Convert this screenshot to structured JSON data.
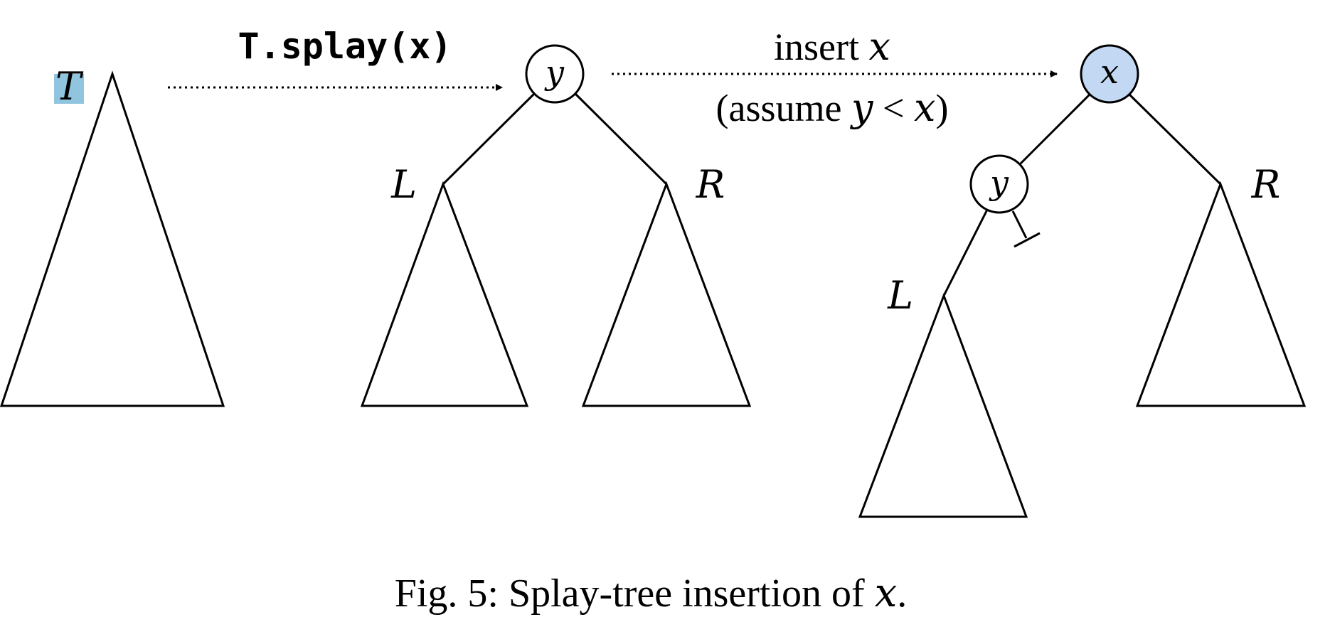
{
  "figure": {
    "caption_prefix": "Fig. 5: Splay-tree insertion of ",
    "caption_var": "x",
    "caption_suffix": ".",
    "tree_label": "T",
    "splay_op": "T.splay(x)",
    "insert_word": "insert ",
    "insert_var": "x",
    "assume_open": "(assume ",
    "assume_y": "y",
    "assume_lt": " < ",
    "assume_x": "x",
    "assume_close": ")",
    "middle_root": "y",
    "middle_left": "L",
    "middle_right": "R",
    "right_root": "x",
    "right_child": "y",
    "right_left": "L",
    "right_right": "R"
  },
  "colors": {
    "highlight_T": "#91c4de",
    "new_node_fill": "#c3d9f3",
    "node_fill": "#ffffff",
    "stroke": "#000000"
  }
}
